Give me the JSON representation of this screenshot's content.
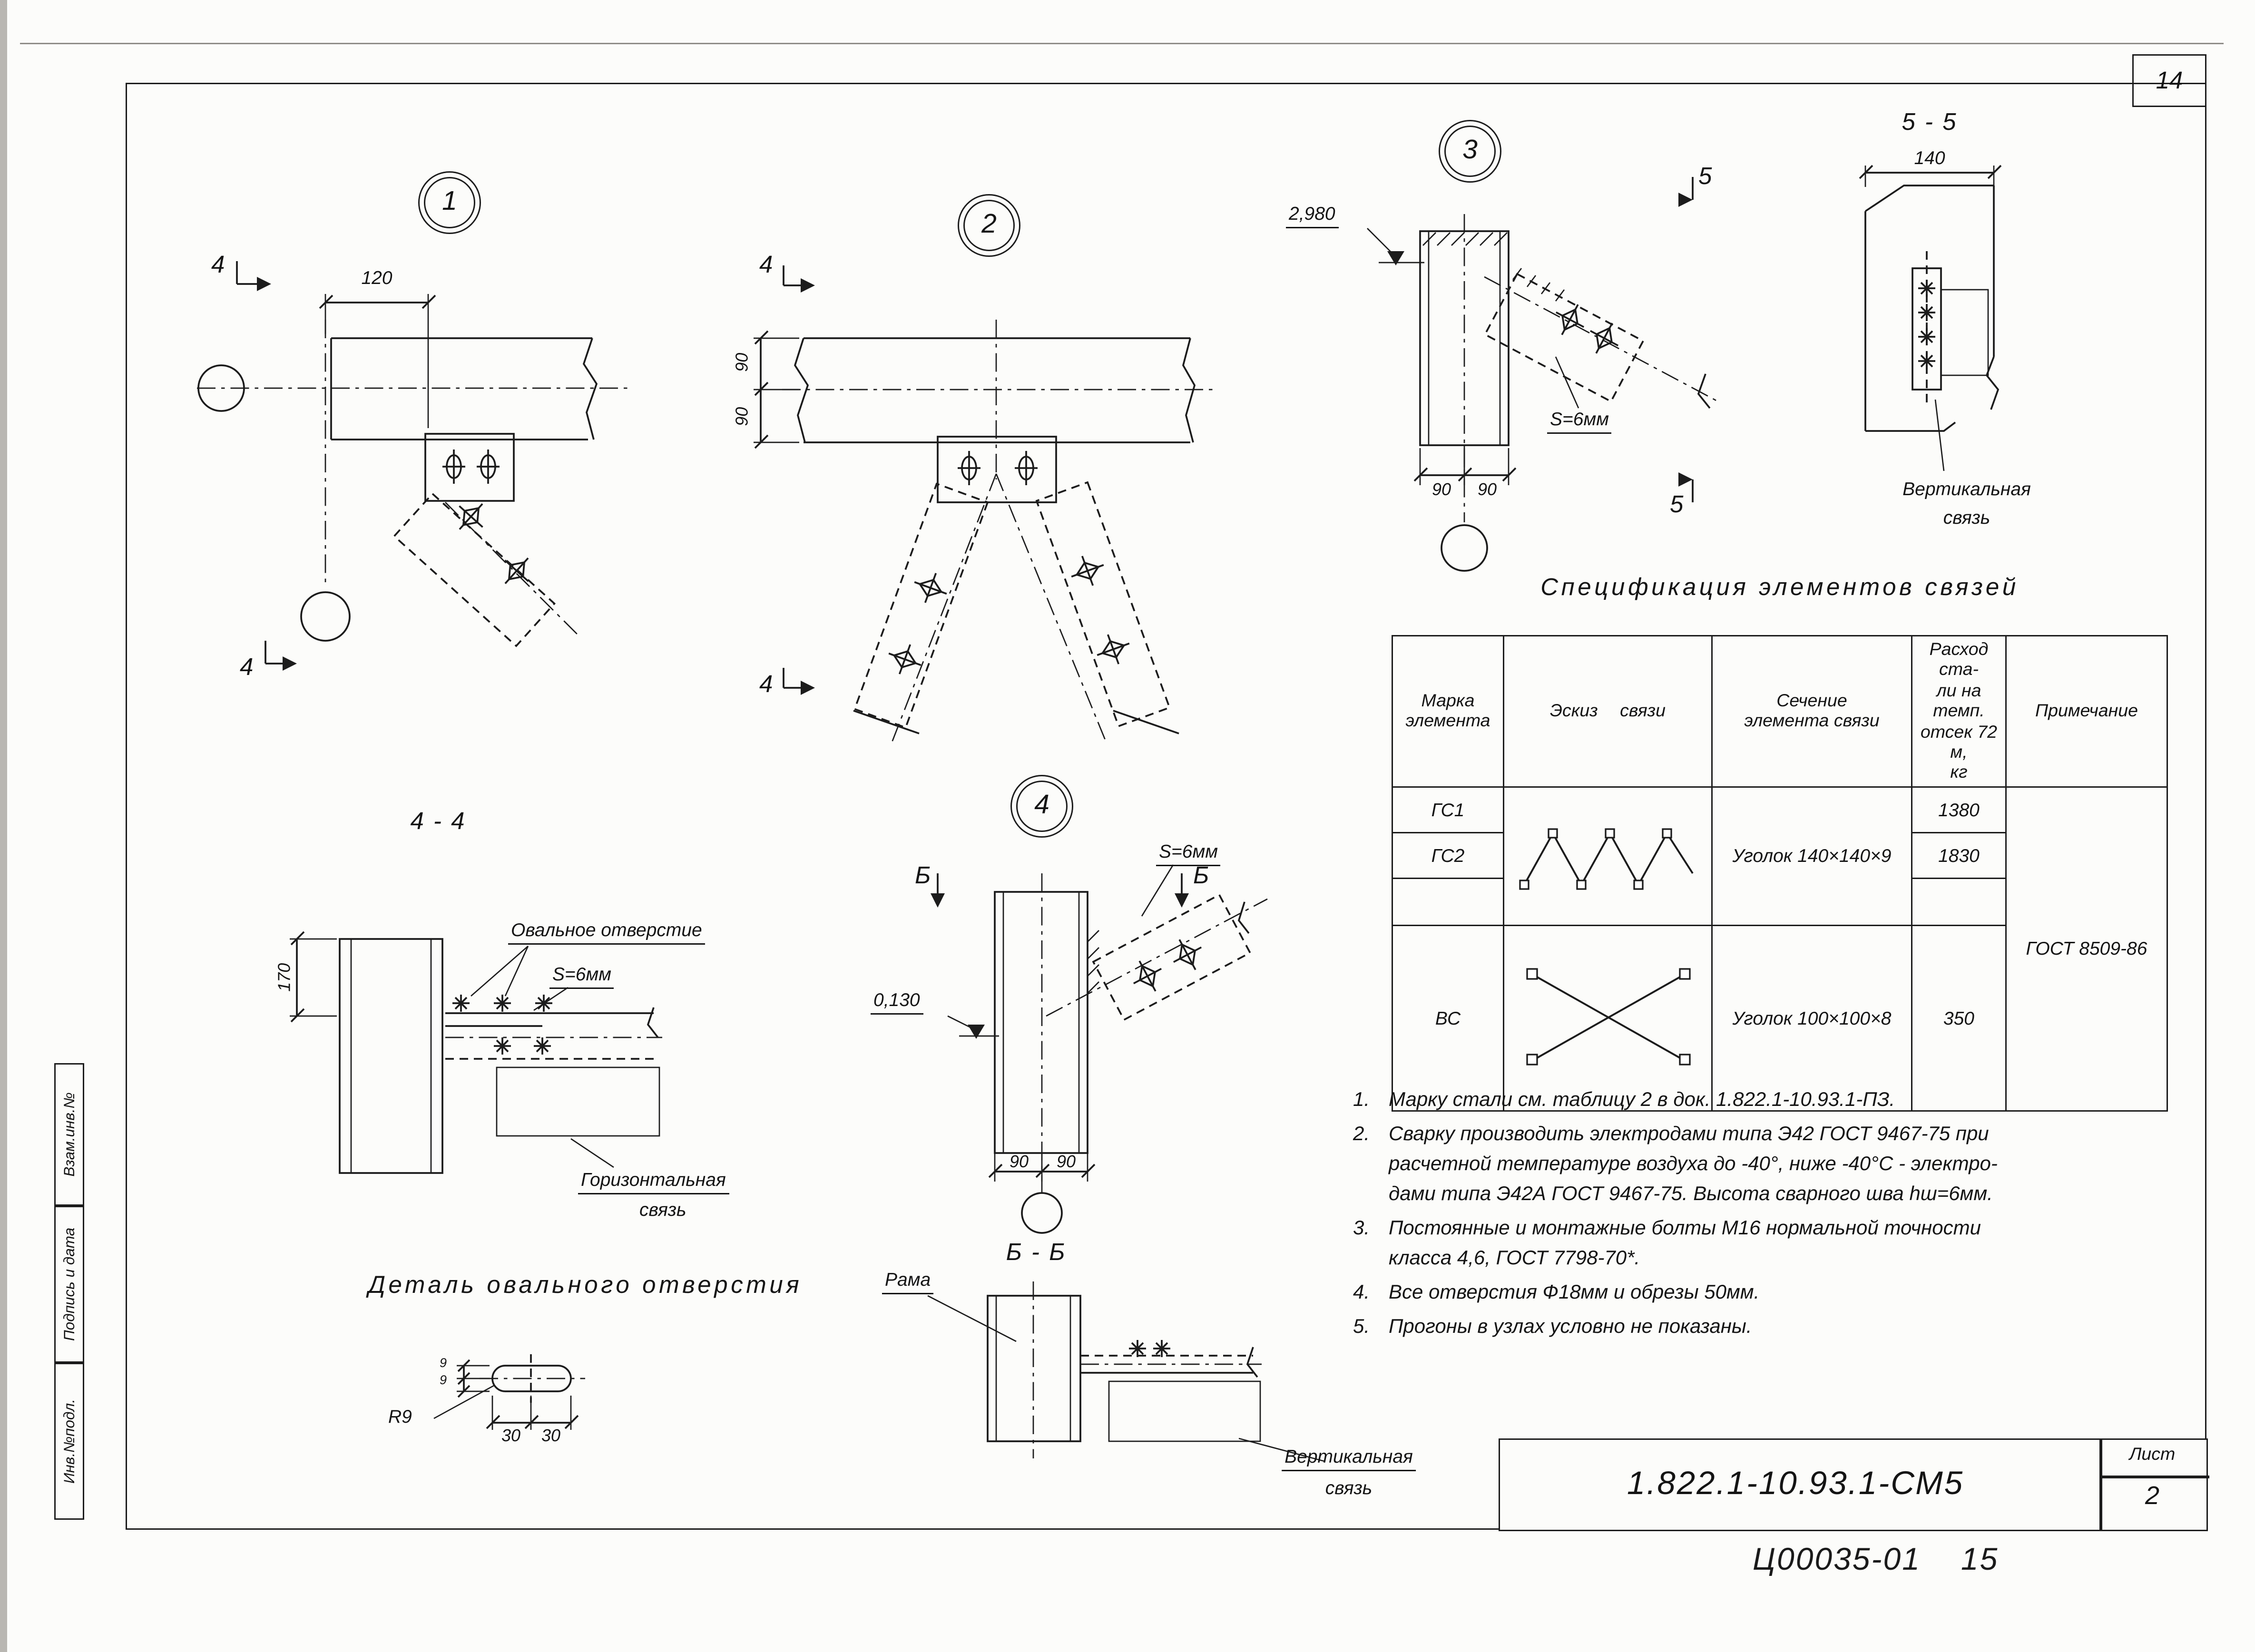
{
  "page": {
    "number": "14",
    "footer_code": "Ц00035-01",
    "footer_num": "15"
  },
  "side_stamp": {
    "cells": [
      {
        "label": "Взам.инв.№"
      },
      {
        "label": "Подпись и дата"
      },
      {
        "label": "Инв.№подл."
      }
    ]
  },
  "title_block": {
    "doc_number": "1.822.1-10.93.1-СМ5",
    "sheet_label": "Лист",
    "sheet_number": "2"
  },
  "nodes": {
    "n1": "1",
    "n2": "2",
    "n3": "3",
    "n4": "4"
  },
  "details": {
    "d1": {
      "dim": "120",
      "cut": "4"
    },
    "d2": {
      "dim_top": "90",
      "dim_bottom": "90",
      "cut": "4"
    },
    "d3": {
      "elev": "2,980",
      "weld": "S=6мм",
      "dim_left": "90",
      "dim_right": "90",
      "cut": "5"
    },
    "d4": {
      "weld": "S=6мм",
      "elev": "0,130",
      "dim_left": "90",
      "dim_right": "90",
      "cut": "Б"
    }
  },
  "sections": {
    "s55": {
      "title": "5 - 5",
      "dim": "140",
      "caption1": "Вертикальная",
      "caption2": "связь"
    },
    "s44": {
      "title": "4 - 4",
      "dim": "170",
      "oval_label": "Овальное отверстие",
      "weld": "S=6мм",
      "caption1": "Горизонтальная",
      "caption2": "связь"
    },
    "sbb": {
      "title": "Б - Б",
      "frame_label": "Рама",
      "caption1": "Вертикальная",
      "caption2": "связь"
    }
  },
  "oval_detail": {
    "title": "Деталь овального отверстия",
    "r": "R9",
    "d30a": "30",
    "d30b": "30",
    "d9a": "9",
    "d9b": "9"
  },
  "spec": {
    "title": "Спецификация элементов связей",
    "col_mark": "Марка\nэлемента",
    "col_sketch": "Эскиз связи",
    "col_section": "Сечение\nэлемента связи",
    "col_consumption": "Расход ста-\nли на темп.\nотсек 72 м,\nкг",
    "col_note": "Примечание",
    "rows": {
      "gs1": {
        "mark": "ГС1",
        "val": "1380"
      },
      "gs2": {
        "mark": "ГС2",
        "section": "Уголок 140×140×9",
        "val": "1830"
      },
      "vs": {
        "mark": "ВС",
        "section": "Уголок 100×100×8",
        "val": "350"
      }
    },
    "note": "ГОСТ 8509-86"
  },
  "notes": [
    {
      "num": "1.",
      "text": "Марку стали см. таблицу 2 в док. 1.822.1-10.93.1-ПЗ."
    },
    {
      "num": "2.",
      "text": "Сварку производить электродами типа Э42 ГОСТ 9467-75 при\nрасчетной температуре воздуха до -40°, ниже -40°С - электро-\nдами типа Э42А ГОСТ 9467-75. Высота сварного шва hш=6мм."
    },
    {
      "num": "3.",
      "text": "Постоянные и монтажные болты М16 нормальной точности\nкласса 4,6, ГОСТ 7798-70*."
    },
    {
      "num": "4.",
      "text": "Все отверстия Ф18мм и обрезы 50мм."
    },
    {
      "num": "5.",
      "text": "Прогоны в узлах условно не показаны."
    }
  ]
}
